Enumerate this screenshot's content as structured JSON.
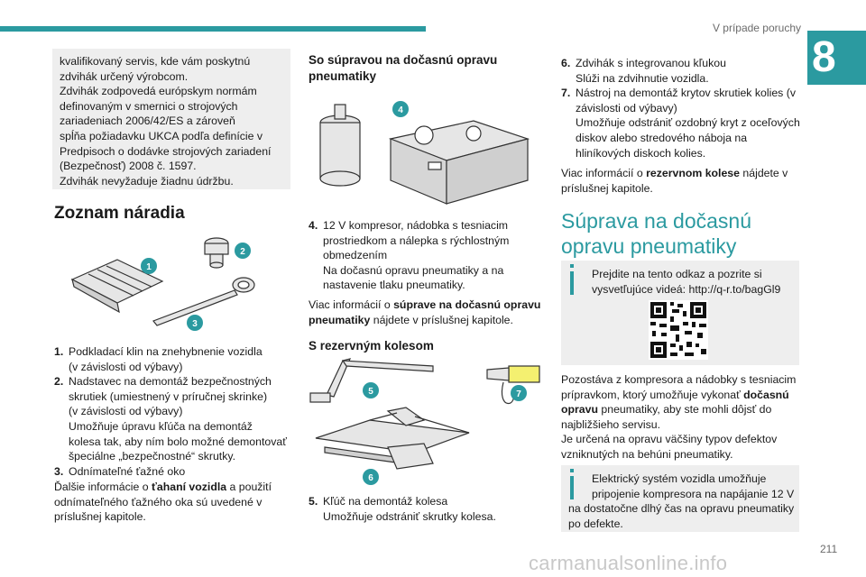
{
  "header": {
    "section_title": "V prípade poruchy",
    "chapter_number": "8",
    "accent_color": "#2b9aa0"
  },
  "col1": {
    "infobox_lines": [
      "kvalifikovaný servis, kde vám poskytnú",
      "zdvihák určený výrobcom.",
      "Zdvihák zodpovedá európskym normám",
      "definovaným v smernici o strojových",
      "zariadeniach 2006/42/ES a zároveň",
      "spĺňa požiadavku UKCA podľa definície v",
      "Predpisoch o dodávke strojových zariadení",
      "(Bezpečnosť) 2008 č. 1597.",
      "Zdvihák nevyžaduje žiadnu údržbu."
    ],
    "heading": "Zoznam náradia",
    "image_labels": [
      "1",
      "2",
      "3"
    ],
    "item1_num": "1.",
    "item1_lines": [
      "Podkladací klin na znehybnenie vozidla",
      "(v závislosti od výbavy)"
    ],
    "item2_num": "2.",
    "item2_lines": [
      "Nadstavec na demontáž bezpečnostných",
      "skrutiek (umiestnený v príručnej skrinke)",
      "(v závislosti od výbavy)",
      "Umožňuje úpravu kľúča na demontáž",
      "kolesa tak, aby ním bolo možné demontovať",
      "špeciálne „bezpečnostné“ skrutky."
    ],
    "item3_num": "3.",
    "item3_lines": [
      "Odnímateľné ťažné oko"
    ],
    "para_pre": "Ďalšie informácie o ",
    "para_bold": "ťahaní vozidla",
    "para_post": " a použití",
    "para_lines": [
      "odnímateľného ťažného oka sú uvedené v",
      "príslušnej kapitole."
    ]
  },
  "col2": {
    "heading1_lines": [
      "So súpravou na dočasnú opravu",
      "pneumatiky"
    ],
    "image1_label": "4",
    "item4_num": "4.",
    "item4_lines": [
      "12 V kompresor, nádobka s tesniacim",
      "prostriedkom a nálepka s rýchlostným",
      "obmedzením",
      "Na dočasnú opravu pneumatiky a na",
      "nastavenie tlaku pneumatiky."
    ],
    "para_pre": "Viac informácií o ",
    "para_bold1": "súprave na dočasnú opravu",
    "para_bold2": "pneumatiky",
    "para_post": " nájdete v príslušnej kapitole.",
    "heading2": "S rezervným kolesom",
    "image2_labels": [
      "5",
      "6",
      "7"
    ],
    "item5_num": "5.",
    "item5_lines": [
      "Kľúč na demontáž kolesa",
      "Umožňuje odstrániť skrutky kolesa."
    ]
  },
  "col3": {
    "item6_num": "6.",
    "item6_lines": [
      "Zdvihák s integrovanou kľukou",
      "Slúži na zdvihnutie vozidla."
    ],
    "item7_num": "7.",
    "item7_lines": [
      "Nástroj na demontáž krytov skrutiek kolies (v",
      "závislosti od výbavy)",
      "Umožňuje odstrániť ozdobný kryt z oceľových",
      "diskov alebo stredového nábojа na",
      "hliníkových diskoch kolies."
    ],
    "para1_pre": "Viac informácií o ",
    "para1_bold": "rezervnom kolese",
    "para1_post": " nájdete v",
    "para1_line2": "príslušnej kapitole.",
    "heading_lines": [
      "Súprava na dočasnú",
      "opravu pneumatiky"
    ],
    "info1_lines": [
      "Prejdite na tento odkaz a pozrite si",
      "vysvetľujúce videá: http://q-r.to/bagGl9"
    ],
    "para2_line1": "Pozostáva z kompresora a nádobky s tesniacim",
    "para2_line2_pre": "prípravkom, ktorý umožňuje vykonať ",
    "para2_line2_bold": "dočasnú",
    "para2_line3_bold": "opravu",
    "para2_line3_post": " pneumatiky, aby ste mohli dôjsť do",
    "para2_rest": [
      "najbližšieho servisu.",
      "Je určená na opravu väčšiny typov defektov",
      "vzniknutých na behúni pneumatiky."
    ],
    "info2_lines": [
      "Elektrický systém vozidla umožňuje",
      "pripojenie kompresora na napájanie 12 V",
      "na dostatočne dlhý čas na opravu pneumatiky",
      "po defekte."
    ]
  },
  "footer": {
    "page_number": "211",
    "watermark": "carmanualsonline.info"
  }
}
